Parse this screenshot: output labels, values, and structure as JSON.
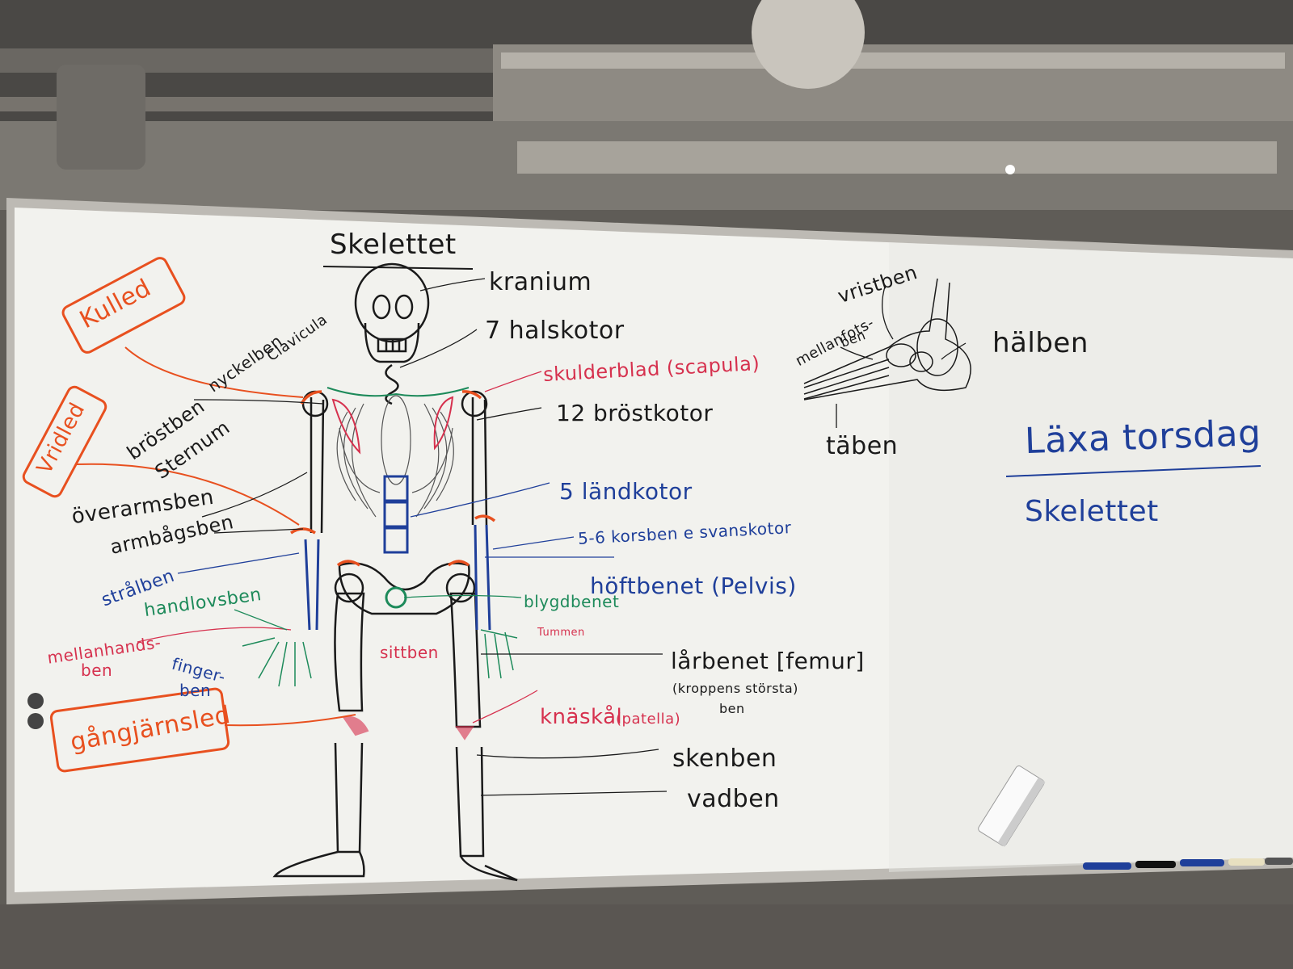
{
  "title": "Skelettet",
  "homework": {
    "heading": "Läxa torsdag",
    "topic": "Skelettet"
  },
  "labels": {
    "kranium": "kranium",
    "halskotor": "7 halskotor",
    "nyckelben": "nyckelben",
    "clavicula": "Clavicula",
    "skulderblad": "skulderblad (scapula)",
    "brostkotor": "12 bröstkotor",
    "brostben": "bröstben",
    "sternum": "Sternum",
    "landkotor": "5 ländkotor",
    "korsben": "5-6 korsben e svanskotor",
    "overarmsben": "överarmsben",
    "armbagsben": "armbågsben",
    "stralben": "strålben",
    "handlovsben": "handlovsben",
    "mellanhandsben": "mellanhands-",
    "mellanhandsben2": "ben",
    "fingerben": "finger-",
    "fingerben2": "ben",
    "hoftbenet": "höftbenet (Pelvis)",
    "blygdbenet": "blygdbenet",
    "sittben": "sittben",
    "tummen": "Tummen",
    "larbenet": "lårbenet [femur]",
    "larbenet_note": "(kroppens största)",
    "larbenet_note2": "ben",
    "knaskal": "knäskål",
    "patella": "(patella)",
    "skenben": "skenben",
    "vadben": "vadben",
    "vristben": "vristben",
    "mellanfotsben": "mellanfots-",
    "mellanfotsben2": "ben",
    "halben": "hälben",
    "taben": "täben"
  },
  "joints": {
    "kulled": "Kulled",
    "vridled": "Vridled",
    "gangjarnsled": "gångjärnsled"
  },
  "colors": {
    "board": "#f2f2ee",
    "marker_black": "#1a1a1a",
    "marker_red": "#d6314e",
    "marker_orange": "#e8501f",
    "marker_blue": "#1f3f9a",
    "marker_green": "#1d8a5a"
  }
}
